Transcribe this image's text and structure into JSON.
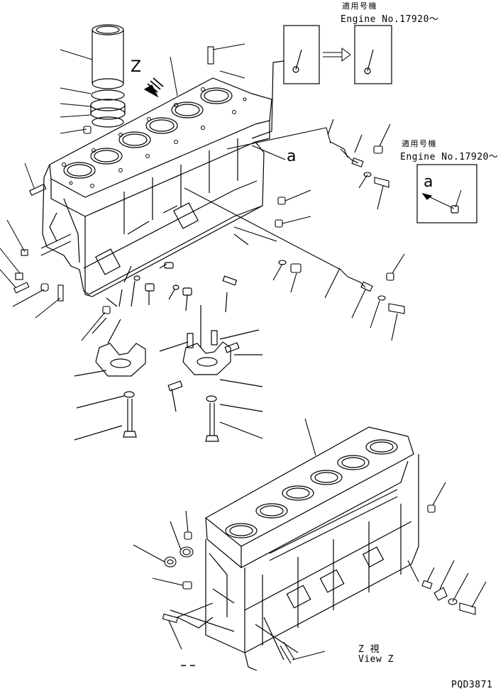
{
  "labels": {
    "applicable_top_jp": "適用号機",
    "engine_no_top": "Engine No.17920～",
    "applicable_right_jp": "適用号機",
    "engine_no_right": "Engine No.17920～",
    "view_z_jp": "Z  視",
    "view_z_en": "View Z",
    "z_marker": "Z",
    "a_marker_main": "a",
    "a_marker_detail": "a",
    "drawing_code": "PQD3871"
  }
}
